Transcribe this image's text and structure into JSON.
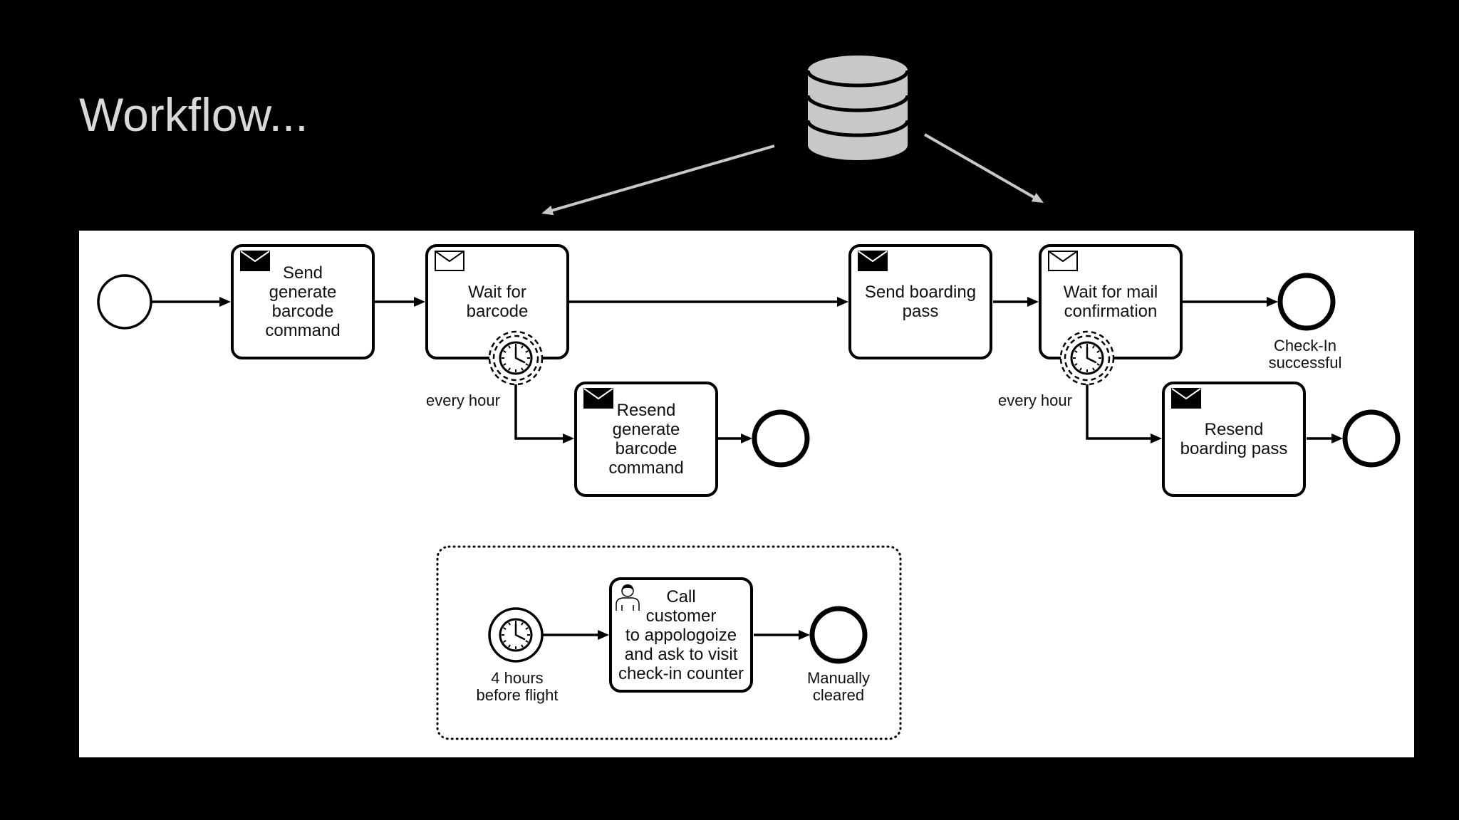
{
  "colors": {
    "background": "#000000",
    "panel": "#ffffff",
    "title": "#d9d9d9",
    "database": "#c8c8c8",
    "stroke": "#000000"
  },
  "slide": {
    "title": "Workflow..."
  },
  "database": {
    "icon": "database-icon"
  },
  "diagram": {
    "start_event": {
      "icon": "start-event-icon"
    },
    "tasks": {
      "send_generate_barcode": {
        "label": "Send\ngenerate\nbarcode\ncommand",
        "icon": "envelope-filled-icon"
      },
      "wait_for_barcode": {
        "label": "Wait for\nbarcode",
        "icon": "envelope-outline-icon"
      },
      "resend_generate_barcode": {
        "label": "Resend\ngenerate\nbarcode\ncommand",
        "icon": "envelope-filled-icon"
      },
      "send_boarding_pass": {
        "label": "Send boarding\npass",
        "icon": "envelope-filled-icon"
      },
      "wait_for_mail_confirmation": {
        "label": "Wait for mail\nconfirmation",
        "icon": "envelope-outline-icon"
      },
      "resend_boarding_pass": {
        "label": "Resend\nboarding pass",
        "icon": "envelope-filled-icon"
      },
      "call_customer": {
        "label": "Call\ncustomer\nto appologoize\nand ask to visit\ncheck-in counter",
        "icon": "user-icon"
      }
    },
    "timers": {
      "barcode_wait_timer": {
        "label": "every hour",
        "icon": "clock-icon"
      },
      "mail_wait_timer": {
        "label": "every hour",
        "icon": "clock-icon"
      },
      "flight_timer": {
        "label": "4 hours\nbefore flight",
        "icon": "clock-icon"
      }
    },
    "end_events": {
      "check_in_successful": {
        "label": "Check-In\nsuccessful"
      },
      "manually_cleared": {
        "label": "Manually\ncleared"
      }
    }
  }
}
